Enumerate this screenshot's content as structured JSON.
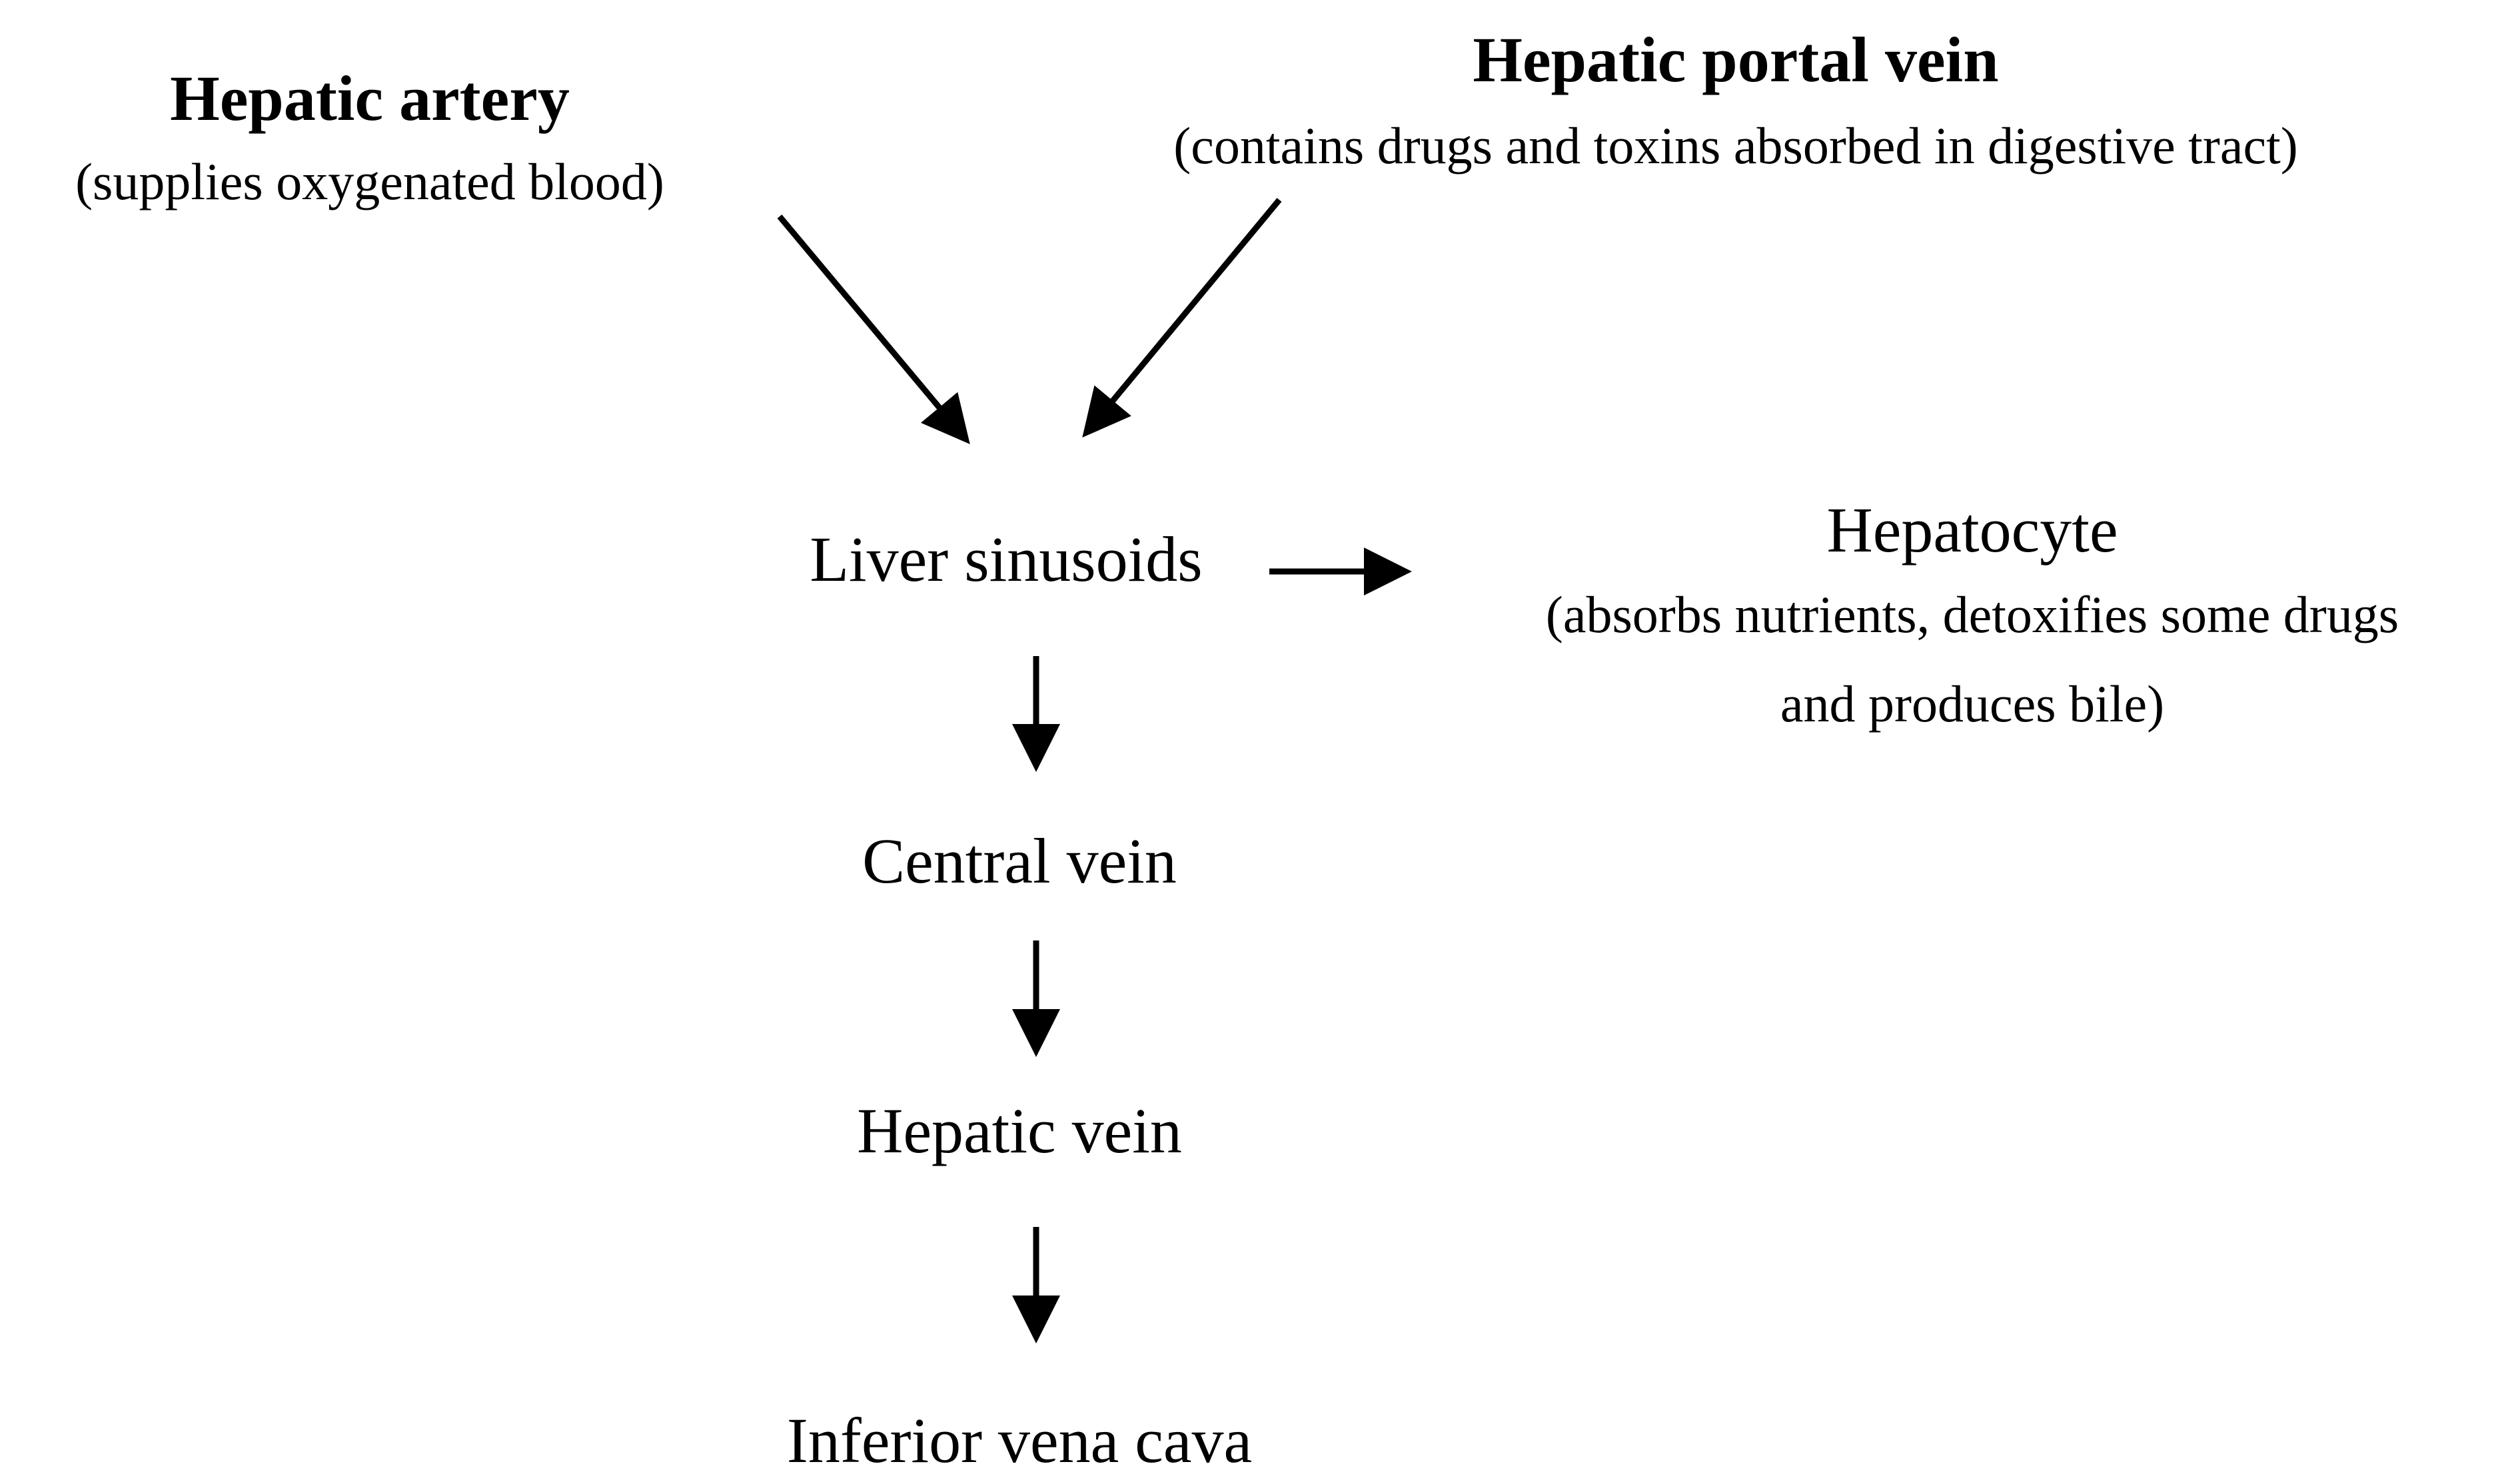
{
  "nodes": {
    "hepatic_artery": {
      "title": "Hepatic artery",
      "subtitle": "(supplies oxygenated blood)"
    },
    "hepatic_portal_vein": {
      "title": "Hepatic portal vein",
      "subtitle": "(contains drugs and toxins absorbed in digestive tract)"
    },
    "liver_sinusoids": {
      "title": "Liver sinusoids"
    },
    "hepatocyte": {
      "title": "Hepatocyte",
      "subtitle_line1": "(absorbs nutrients, detoxifies some drugs",
      "subtitle_line2": "and produces bile)"
    },
    "central_vein": {
      "title": "Central vein"
    },
    "hepatic_vein": {
      "title": "Hepatic vein"
    },
    "inferior_vena_cava": {
      "title": "Inferior vena cava"
    }
  },
  "edges": [
    {
      "from": "hepatic_artery",
      "to": "liver_sinusoids"
    },
    {
      "from": "hepatic_portal_vein",
      "to": "liver_sinusoids"
    },
    {
      "from": "liver_sinusoids",
      "to": "hepatocyte"
    },
    {
      "from": "liver_sinusoids",
      "to": "central_vein"
    },
    {
      "from": "central_vein",
      "to": "hepatic_vein"
    },
    {
      "from": "hepatic_vein",
      "to": "inferior_vena_cava"
    }
  ],
  "colors": {
    "text": "#000000",
    "arrow": "#000000",
    "background": "#ffffff"
  }
}
